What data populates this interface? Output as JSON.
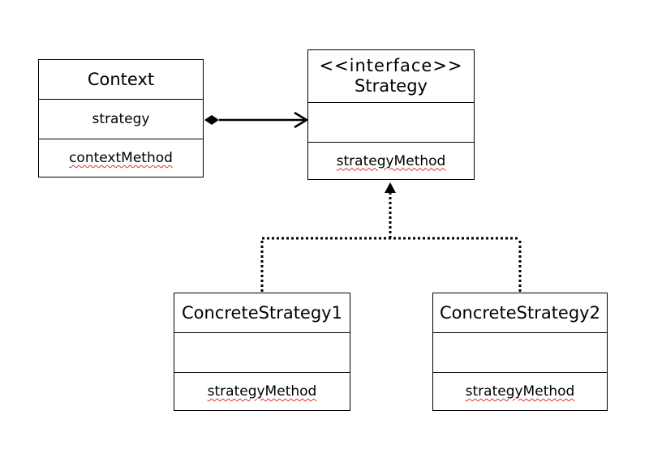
{
  "classes": {
    "context": {
      "name": "Context",
      "attribute": "strategy",
      "method": "contextMethod"
    },
    "strategy": {
      "stereotype": "<<interface>>",
      "name": "Strategy",
      "attribute": "",
      "method": "strategyMethod"
    },
    "concrete1": {
      "name": "ConcreteStrategy1",
      "attribute": "",
      "method": "strategyMethod"
    },
    "concrete2": {
      "name": "ConcreteStrategy2",
      "attribute": "",
      "method": "strategyMethod"
    }
  },
  "relationships": [
    {
      "from": "Context",
      "to": "Strategy",
      "kind": "composition-navigable"
    },
    {
      "from": "ConcreteStrategy1",
      "to": "Strategy",
      "kind": "realization"
    },
    {
      "from": "ConcreteStrategy2",
      "to": "Strategy",
      "kind": "realization"
    }
  ],
  "colors": {
    "line": "#000000",
    "spellcheck_underline": "#e03030",
    "background": "#ffffff"
  }
}
